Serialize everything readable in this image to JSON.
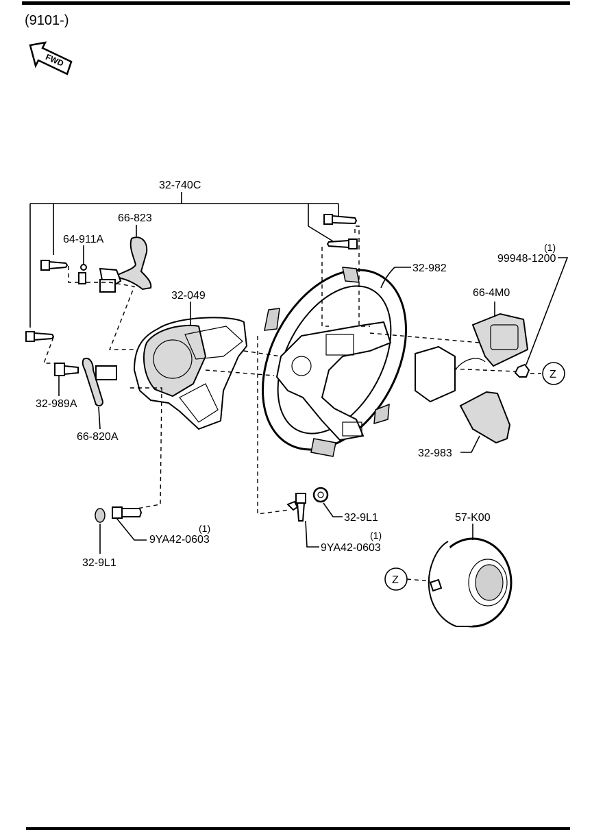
{
  "header": {
    "series_label": "(9101-)"
  },
  "fwd_marker": {
    "text": "FWD"
  },
  "parts": {
    "p32_740C": "32-740C",
    "p66_823": "66-823",
    "p64_911A": "64-911A",
    "p32_049": "32-049",
    "p32_982": "32-982",
    "p99948_1200": "99948-1200",
    "p99948_1200_qty": "(1)",
    "p66_4M0": "66-4M0",
    "p32_989A": "32-989A",
    "p66_820A": "66-820A",
    "p32_983": "32-983",
    "p32_9L1_right": "32-9L1",
    "p9YA42_0603_right": "9YA42-0603",
    "p9YA42_0603_right_qty": "(1)",
    "p9YA42_0603_left": "9YA42-0603",
    "p9YA42_0603_left_qty": "(1)",
    "p32_9L1_left": "32-9L1",
    "p57_K00": "57-K00"
  },
  "reference_marks": {
    "z_right": "Z",
    "z_left": "Z"
  },
  "icons": [
    "fwd-arrow-icon",
    "bolt-icon",
    "nut-icon",
    "washer-icon"
  ]
}
